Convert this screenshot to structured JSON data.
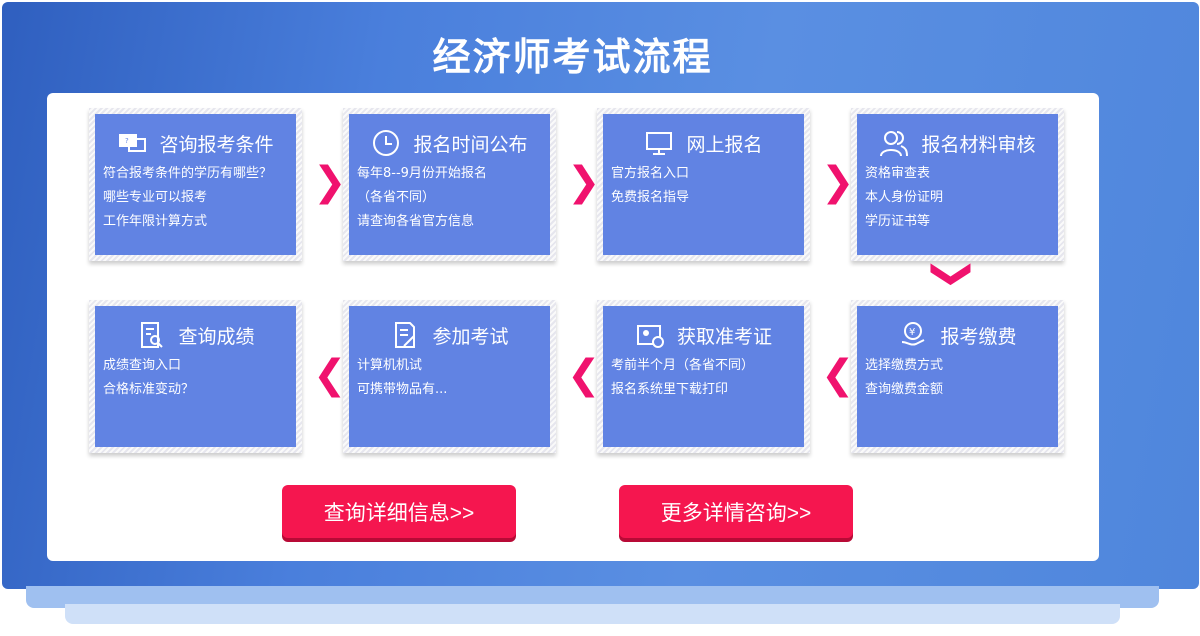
{
  "title": "经济师考试流程",
  "steps": [
    {
      "title": "咨询报考条件",
      "icon": "chat-question-icon",
      "lines": [
        "符合报考条件的学历有哪些？",
        "哪些专业可以报考",
        "工作年限计算方式"
      ]
    },
    {
      "title": "报名时间公布",
      "icon": "clock-icon",
      "lines": [
        "每年8--9月份开始报名",
        "（各省不同）",
        "请查询各省官方信息"
      ]
    },
    {
      "title": "网上报名",
      "icon": "monitor-icon",
      "lines": [
        "官方报名入口",
        "免费报名指导"
      ]
    },
    {
      "title": "报名材料审核",
      "icon": "users-icon",
      "lines": [
        "资格审查表",
        "本人身份证明",
        "学历证书等"
      ]
    },
    {
      "title": "报考缴费",
      "icon": "yen-payment-icon",
      "lines": [
        "选择缴费方式",
        "查询缴费金额"
      ]
    },
    {
      "title": "获取准考证",
      "icon": "id-card-icon",
      "lines": [
        "考前半个月（各省不同）",
        "报名系统里下载打印"
      ]
    },
    {
      "title": "参加考试",
      "icon": "exam-paper-icon",
      "lines": [
        "计算机机试",
        "可携带物品有..."
      ]
    },
    {
      "title": "查询成绩",
      "icon": "score-search-icon",
      "lines": [
        "成绩查询入口",
        "合格标准变动？"
      ]
    }
  ],
  "buttons": {
    "detail": "查询详细信息>>",
    "consult": "更多详情咨询>>"
  },
  "colors": {
    "card": "#6183e3",
    "accent": "#f0126e",
    "button": "#f5164f"
  }
}
